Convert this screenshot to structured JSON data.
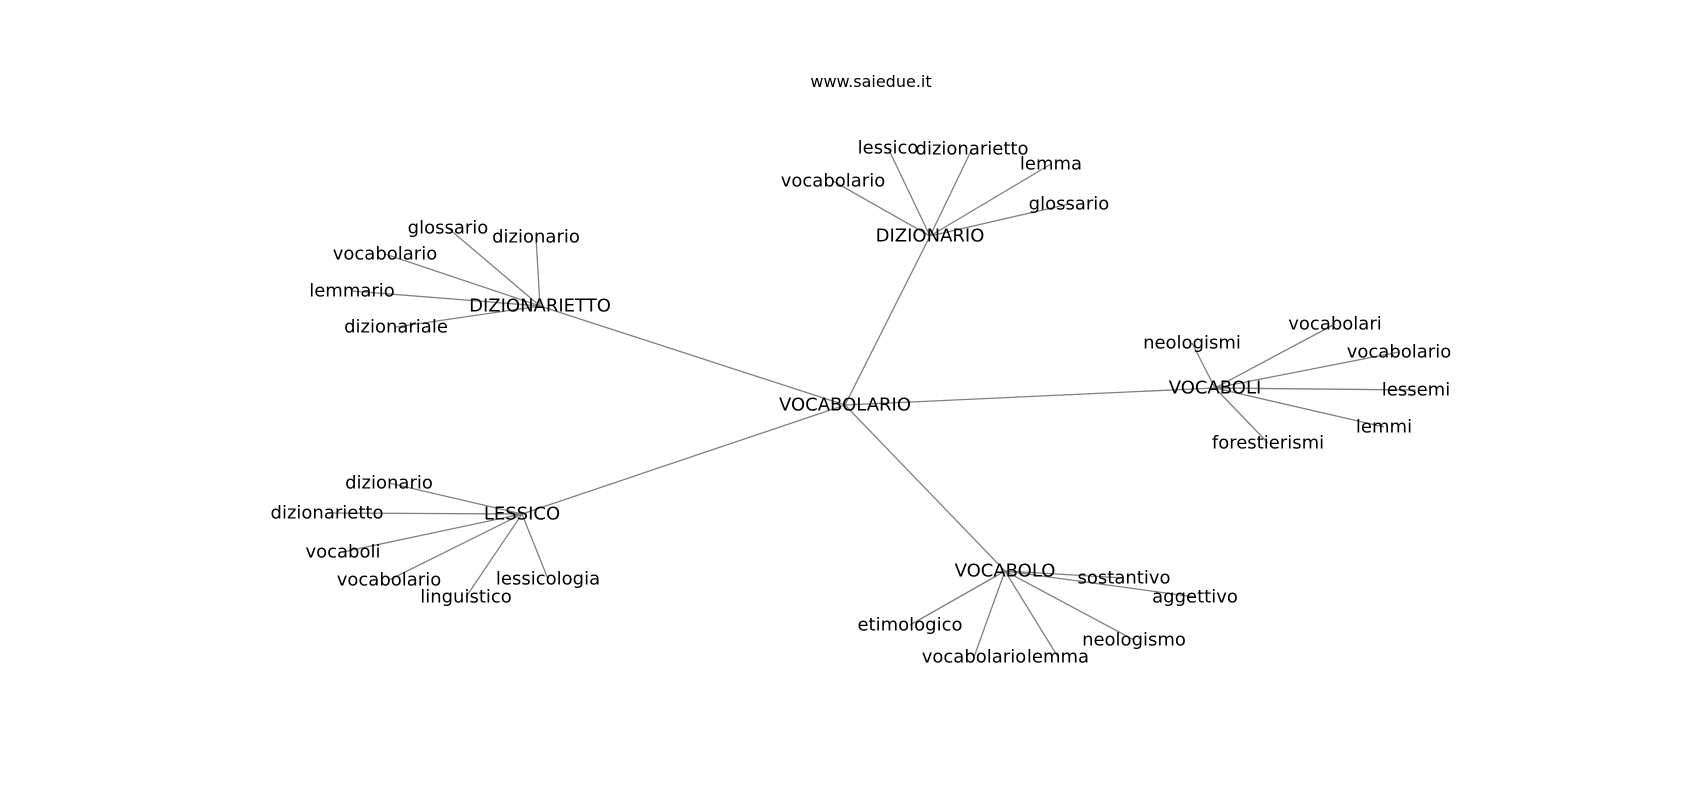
{
  "site": "www.saiedue.it",
  "center": "VOCABOLARIO",
  "groups": [
    {
      "label": "DIZIONARIO",
      "children": [
        "lessico",
        "dizionarietto",
        "lemma",
        "vocabolario",
        "glossario"
      ]
    },
    {
      "label": "DIZIONARIETTO",
      "children": [
        "glossario",
        "dizionario",
        "vocabolario",
        "lemmario",
        "dizionariale"
      ]
    },
    {
      "label": "VOCABOLI",
      "children": [
        "neologismi",
        "vocabolari",
        "vocabolario",
        "lessemi",
        "lemmi",
        "forestierismi"
      ]
    },
    {
      "label": "LESSICO",
      "children": [
        "dizionario",
        "dizionarietto",
        "vocaboli",
        "vocabolario",
        "lessicologia",
        "linguistico"
      ]
    },
    {
      "label": "VOCABOLO",
      "children": [
        "sostantivo",
        "aggettivo",
        "etimologico",
        "neologismo",
        "vocabolario",
        "lemma"
      ]
    }
  ]
}
